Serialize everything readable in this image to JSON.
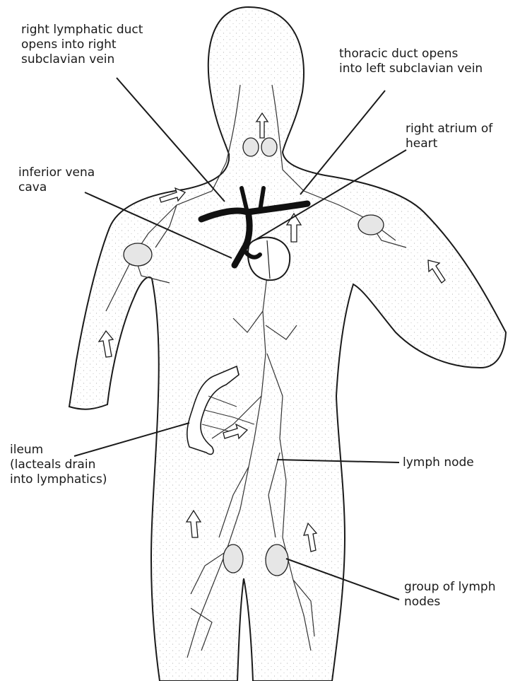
{
  "labels": {
    "right_lymphatic_duct": [
      "right lymphatic duct",
      "opens into right",
      "subclavian vein"
    ],
    "thoracic_duct": [
      "thoracic duct opens",
      "into left subclavian vein"
    ],
    "right_atrium": [
      "right atrium of",
      "heart"
    ],
    "inferior_vena_cava": [
      "inferior vena",
      "cava"
    ],
    "ileum": [
      "ileum",
      "(lacteals drain",
      "into lymphatics)"
    ],
    "lymph_node": [
      "lymph node"
    ],
    "group_of_lymph_nodes": [
      "group of lymph",
      "nodes"
    ]
  },
  "colors": {
    "ink": "#1a1a1a",
    "stipple": "#b8b8b8",
    "vessel": "#333333",
    "background": "#ffffff"
  }
}
